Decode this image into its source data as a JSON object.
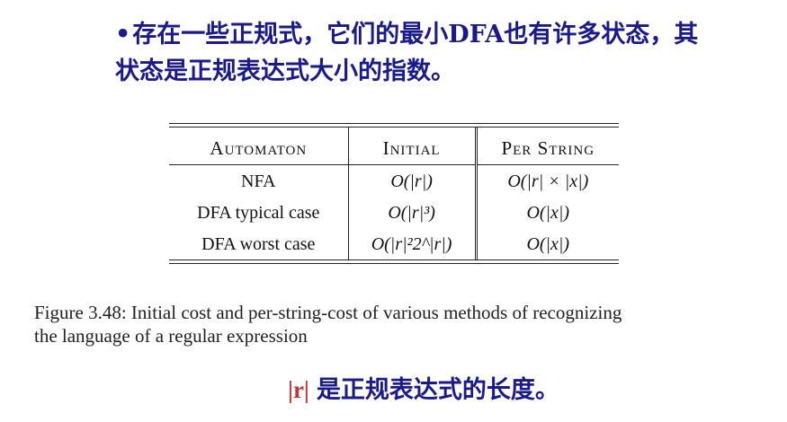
{
  "statement": {
    "bullet": "•",
    "line1": "存在一些正规式，它们的最小DFA也有许多状态，其",
    "line2": "状态是正规表达式大小的指数。"
  },
  "table": {
    "headers": [
      "Automaton",
      "Initial",
      "Per String"
    ],
    "rows": [
      {
        "automaton": "NFA",
        "initial": "O(|r|)",
        "per_string": "O(|r| × |x|)"
      },
      {
        "automaton": "DFA typical case",
        "initial": "O(|r|³)",
        "per_string": "O(|x|)"
      },
      {
        "automaton": "DFA worst case",
        "initial": "O(|r|²2^|r|)",
        "per_string": "O(|x|)"
      }
    ]
  },
  "caption": {
    "line1": "Figure 3.48: Initial cost and per-string-cost of various methods of recognizing",
    "line2": "the language of a regular expression"
  },
  "note": {
    "symbol": "|r|",
    "text": "是正规表达式的长度。"
  }
}
